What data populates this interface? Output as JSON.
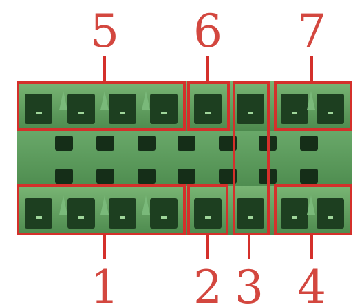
{
  "image": {
    "subject": "terminal-block-connector",
    "colors": {
      "background": "#ffffff",
      "connector_body": "#5f9f5e",
      "connector_dark": "#1c3f1f",
      "annotation_red": "#d4302b"
    }
  },
  "callouts": [
    {
      "label": "5"
    },
    {
      "label": "6"
    },
    {
      "label": "7"
    },
    {
      "label": "1"
    },
    {
      "label": "2"
    },
    {
      "label": "3"
    },
    {
      "label": "4"
    }
  ]
}
